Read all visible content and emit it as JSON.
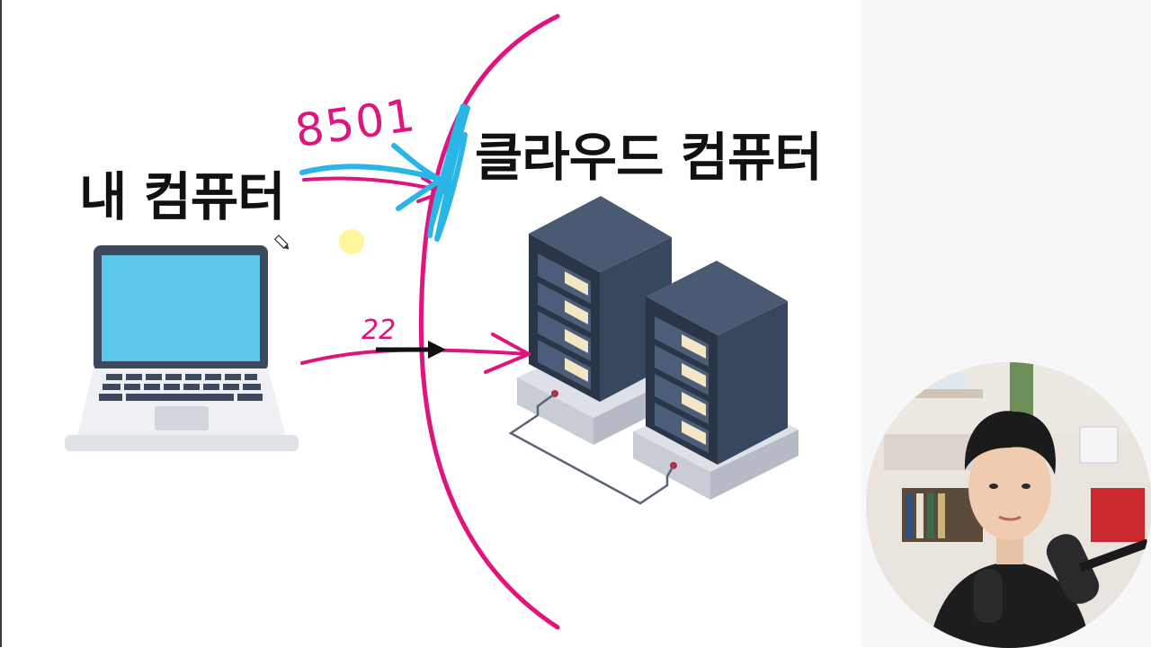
{
  "labels": {
    "my_computer": "내 컴퓨터",
    "cloud_computer": "클라우드 컴퓨터"
  },
  "ports": {
    "top": "8501",
    "bottom": "22"
  },
  "colors": {
    "pen_pink": "#e0147d",
    "pen_blue": "#29b6e6",
    "laptop_screen": "#5ac6ea",
    "server_body": "#37475e",
    "pointer_highlight": "#fff59a"
  },
  "icons": [
    "laptop-icon",
    "server-rack-icon",
    "pencil-cursor-icon"
  ]
}
